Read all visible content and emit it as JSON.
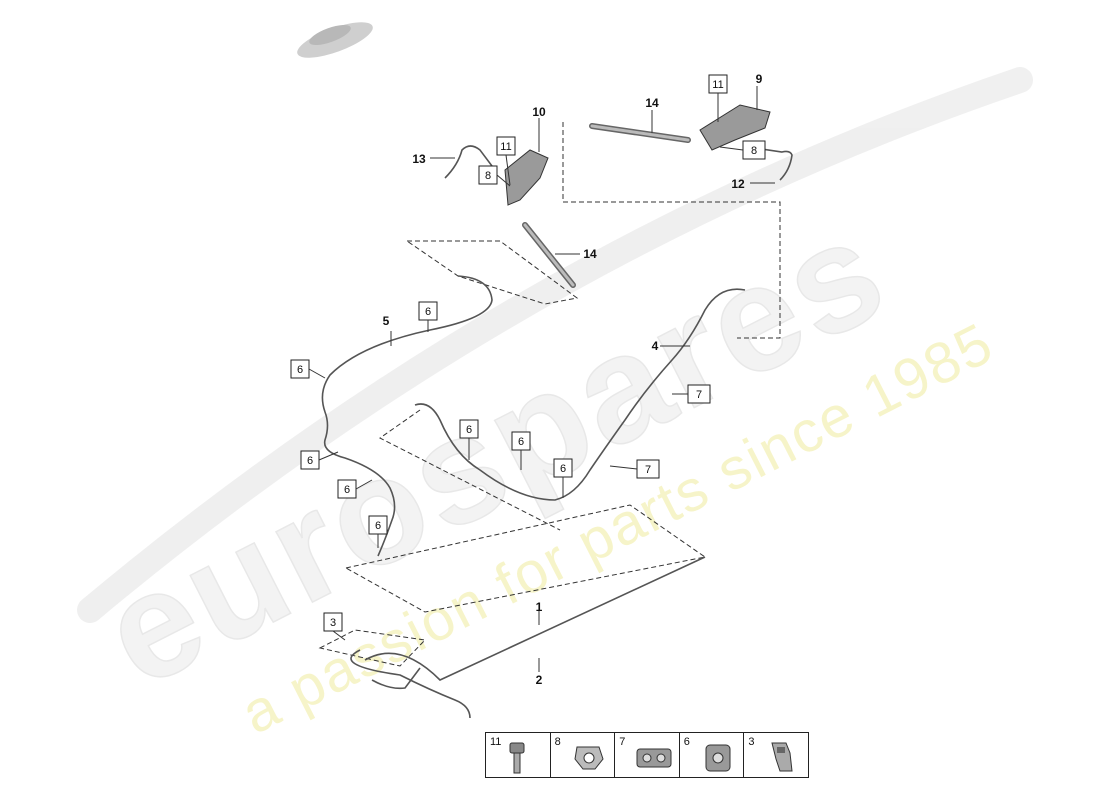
{
  "watermark": {
    "brand": "eurospares",
    "tagline": "a passion for parts since 1985"
  },
  "callouts": {
    "c1": "1",
    "c2": "2",
    "c4": "4",
    "c5": "5",
    "c9": "9",
    "c10": "10",
    "c12": "12",
    "c13": "13",
    "c14a": "14",
    "c14b": "14"
  },
  "boxed_labels": {
    "b11a": "11",
    "b11b": "11",
    "b8a": "8",
    "b8b": "8",
    "b6a": "6",
    "b6b": "6",
    "b6c": "6",
    "b6d": "6",
    "b6e": "6",
    "b6f": "6",
    "b6g": "6",
    "b6h": "6",
    "b7a": "7",
    "b7b": "7",
    "b3": "3"
  },
  "legend": [
    {
      "num": "11",
      "icon": "bolt-icon"
    },
    {
      "num": "8",
      "icon": "clamp-icon"
    },
    {
      "num": "7",
      "icon": "double-clip-icon"
    },
    {
      "num": "6",
      "icon": "single-clip-icon"
    },
    {
      "num": "3",
      "icon": "bracket-clip-icon"
    }
  ]
}
